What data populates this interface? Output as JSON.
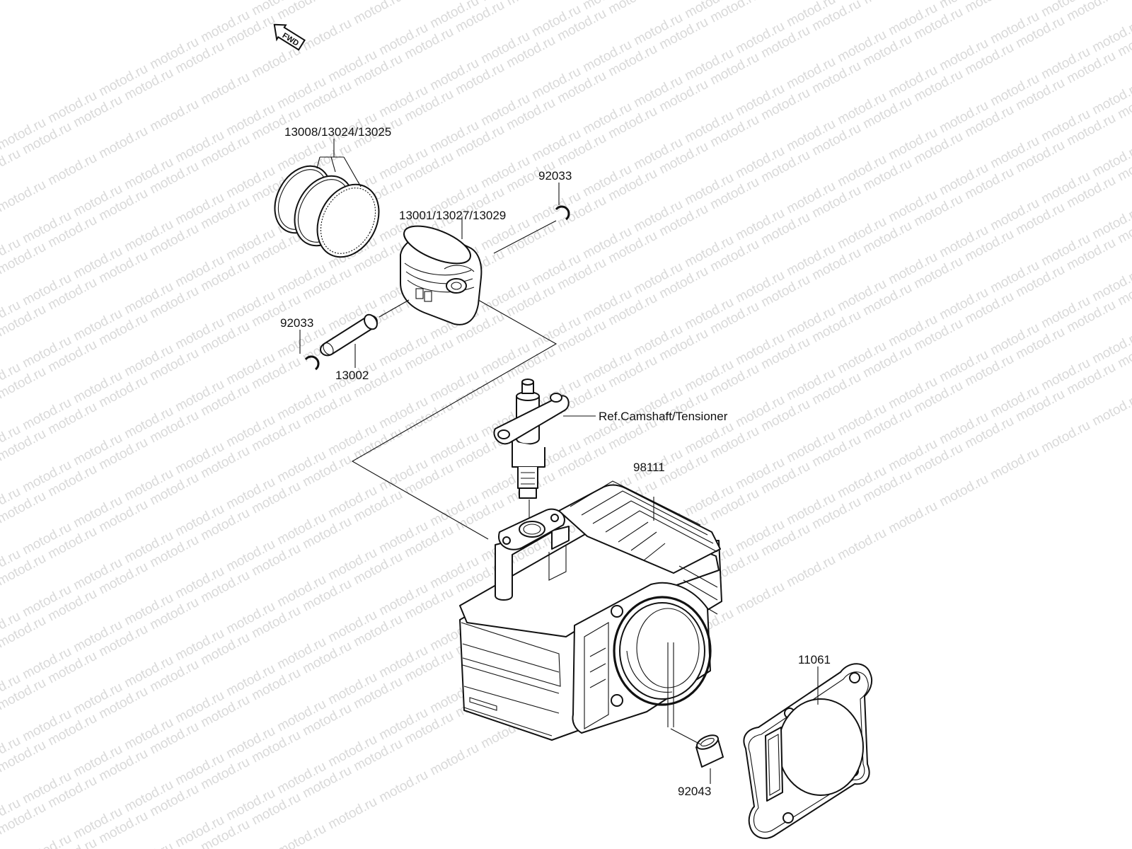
{
  "watermark": "motod.ru",
  "fwd_label": "FWD",
  "labels": {
    "rings": "13008/13024/13025",
    "piston": "13001/13027/13029",
    "circlip_upper": "92033",
    "circlip_lower": "92033",
    "piston_pin": "13002",
    "tensioner_ref": "Ref.Camshaft/Tensioner",
    "cylinder": "98111",
    "gasket": "11061",
    "dowel_pin": "92043"
  }
}
